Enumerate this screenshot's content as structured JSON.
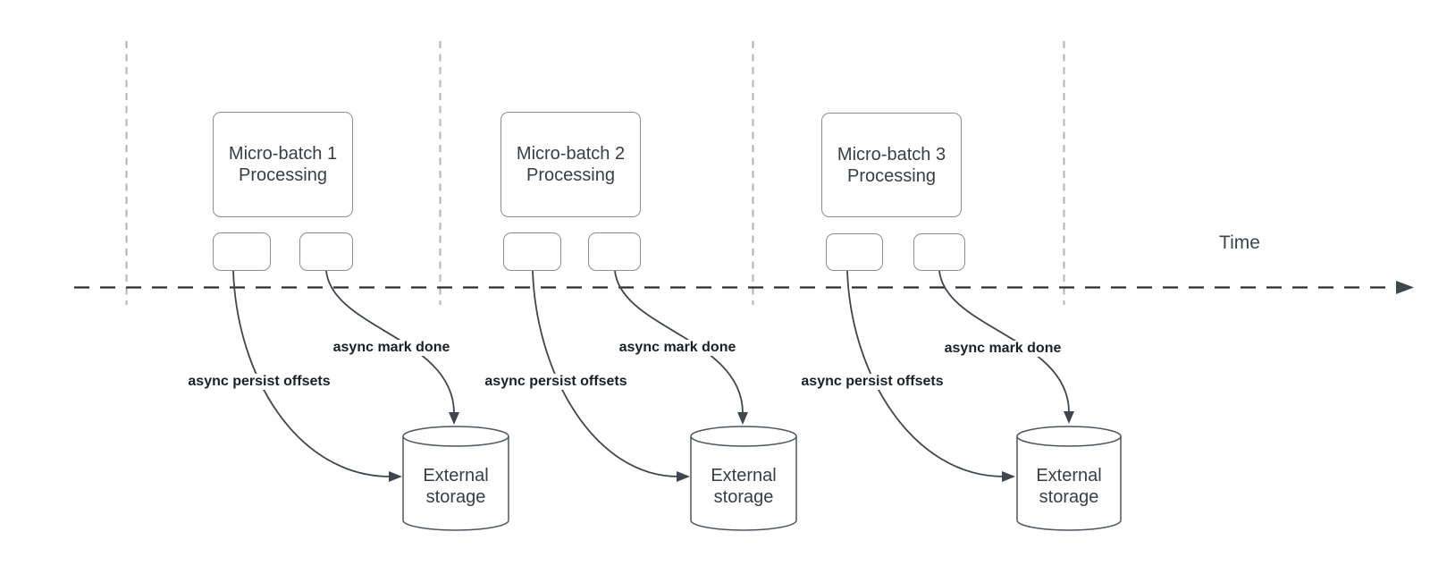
{
  "diagram": {
    "time_axis": {
      "label": "Time"
    },
    "groups": [
      {
        "box_label": "Micro-batch 1\nProcessing",
        "persist_label": "async persist offsets",
        "mark_done_label": "async mark done",
        "storage_label": "External\nstorage"
      },
      {
        "box_label": "Micro-batch 2\nProcessing",
        "persist_label": "async persist offsets",
        "mark_done_label": "async mark done",
        "storage_label": "External\nstorage"
      },
      {
        "box_label": "Micro-batch 3\nProcessing",
        "persist_label": "async persist offsets",
        "mark_done_label": "async mark done",
        "storage_label": "External\nstorage"
      }
    ],
    "colors": {
      "background": "#ffffff",
      "timeline_stroke": "#2c2e31",
      "gridline_stroke": "#b3b3b3",
      "arrow_stroke": "#3f4650",
      "node_border": "#898e93",
      "cylinder_stroke": "#4e565e",
      "node_text": "#383e45",
      "edge_label_text": "#1b2026"
    }
  }
}
